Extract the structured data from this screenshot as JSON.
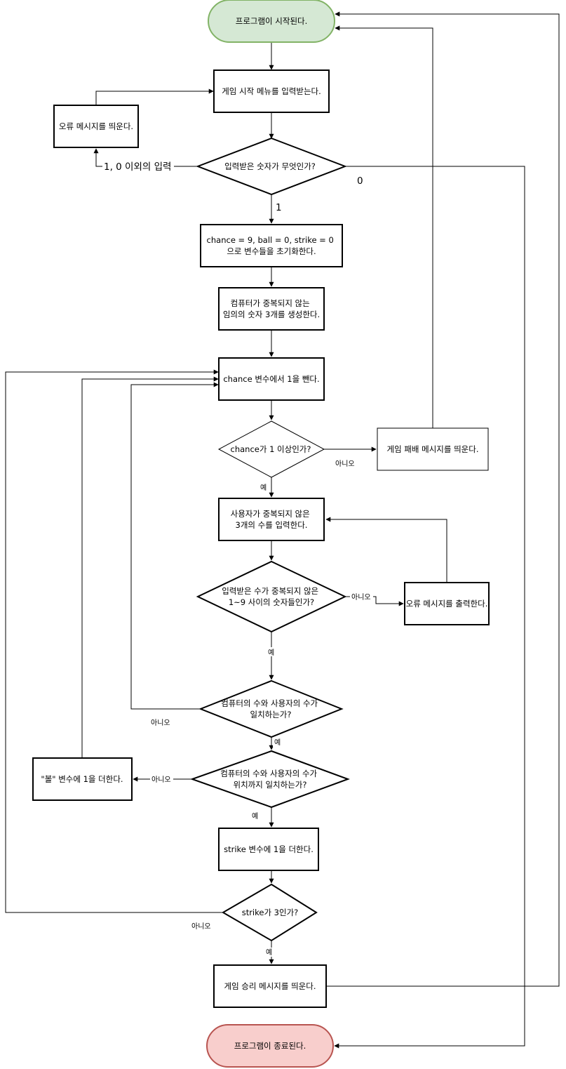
{
  "nodes": {
    "start": [
      "프로그램이 시작된다."
    ],
    "menu": [
      "게임 시작 메뉴를 입력받는다."
    ],
    "error1": [
      "오류 메시지를 띄운다."
    ],
    "decision_input": [
      "입력받은 숫자가 무엇인가?"
    ],
    "init": [
      "chance = 9, ball = 0, strike = 0",
      "으로 변수들을 초기화한다."
    ],
    "generate": [
      "컴퓨터가 중복되지 않는",
      "임의의 숫자 3개를 생성한다."
    ],
    "decrement": [
      "chance 변수에서 1을 뺀다."
    ],
    "decision_chance": [
      "chance가  1 이상인가?"
    ],
    "lose": [
      "게임 패배 메시지를 띄운다."
    ],
    "user_input": [
      "사용자가 중복되지 않은",
      "3개의 수를 입력한다."
    ],
    "decision_valid": [
      "입력받은 수가 중복되지 않은",
      "1~9 사이의 숫자들인가?"
    ],
    "error2": [
      "오류 메시지를 출력한다."
    ],
    "decision_match": [
      "컴퓨터의 수와 사용자의 수가",
      "일치하는가?"
    ],
    "decision_position": [
      "컴퓨터의 수와 사용자의 수가",
      "위치까지 일치하는가?"
    ],
    "ball": [
      "\"볼\" 변수에 1을 더한다."
    ],
    "strike_add": [
      "strike 변수에 1을 더한다."
    ],
    "decision_strike": [
      "strike가 3인가?"
    ],
    "win": [
      "게임 승리 메시지를 띄운다."
    ],
    "end": [
      "프로그램이 종료된다."
    ]
  },
  "edge_labels": {
    "other_input": "1, 0 이외의 입력",
    "zero": "0",
    "one": "1",
    "chance_no": "아니오",
    "chance_yes": "예",
    "valid_no": "아니오",
    "valid_yes": "예",
    "match_no": "아니오",
    "match_yes": "예",
    "position_no": "아니오",
    "position_yes": "예",
    "strike_no": "아니오",
    "strike_yes": "예"
  },
  "colors": {
    "start_fill": "#d5e8d4",
    "start_stroke": "#82b366",
    "end_fill": "#f8cecc",
    "end_stroke": "#b85450",
    "line": "#000000"
  }
}
